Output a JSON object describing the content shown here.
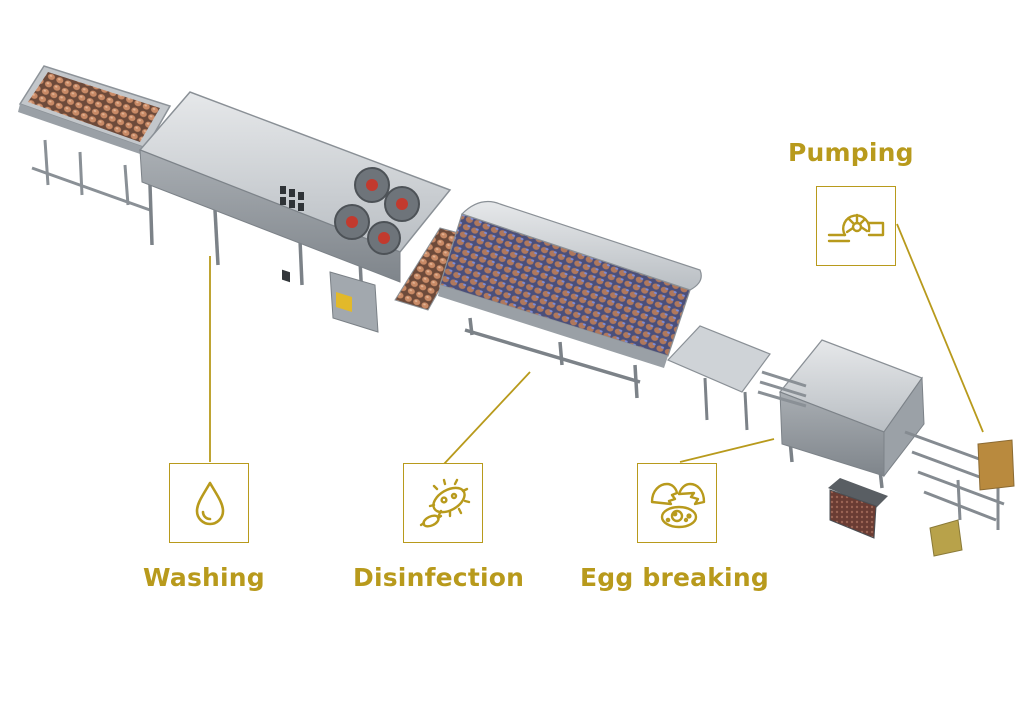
{
  "accent_color": "#b89a1c",
  "steps": [
    {
      "id": "washing",
      "label": "Washing",
      "icon": "water-drop-icon"
    },
    {
      "id": "disinfection",
      "label": "Disinfection",
      "icon": "bacteria-icon"
    },
    {
      "id": "egg_breaking",
      "label": "Egg breaking",
      "icon": "broken-egg-icon"
    },
    {
      "id": "pumping",
      "label": "Pumping",
      "icon": "pump-icon"
    }
  ]
}
